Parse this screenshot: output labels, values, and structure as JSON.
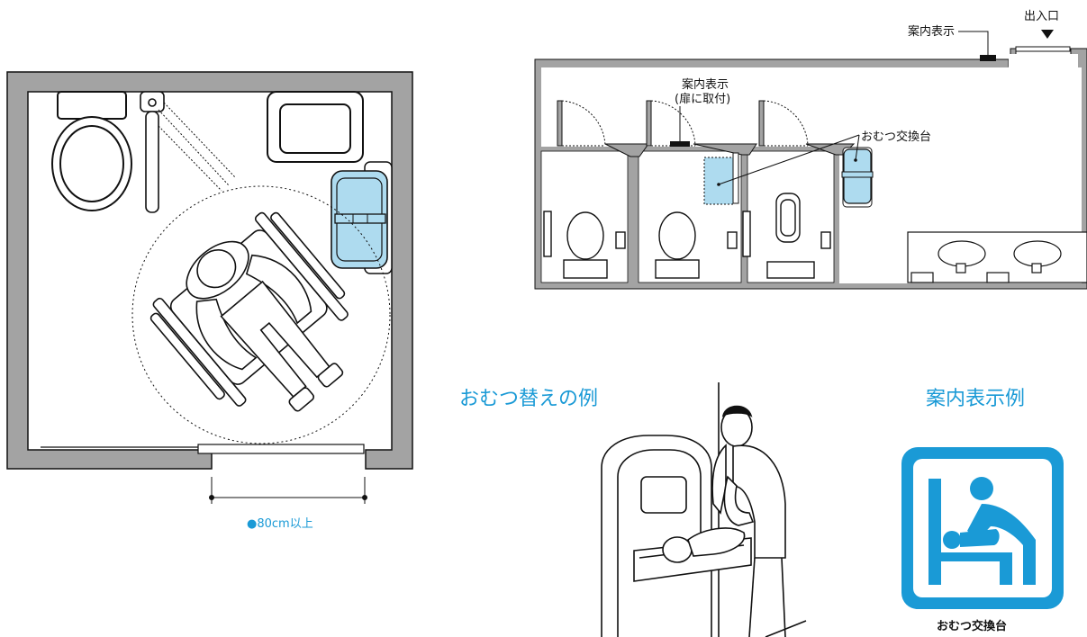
{
  "plan_left": {
    "dimension_label": "●80cm以上",
    "colors": {
      "wall": "#a3a3a3",
      "changing_table": "#aedbef",
      "accent": "#1a9ad6"
    }
  },
  "plan_right": {
    "entrance_label": "出入口",
    "sign_label_wall": "案内表示",
    "sign_label_door_line1": "案内表示",
    "sign_label_door_line2": "(扉に取付)",
    "changing_table_label": "おむつ交換台"
  },
  "example_section": {
    "title": "おむつ替えの例"
  },
  "sign_section": {
    "title": "案内表示例",
    "pictogram_caption": "おむつ交換台",
    "colors": {
      "sign_blue": "#1a9ad6"
    }
  }
}
